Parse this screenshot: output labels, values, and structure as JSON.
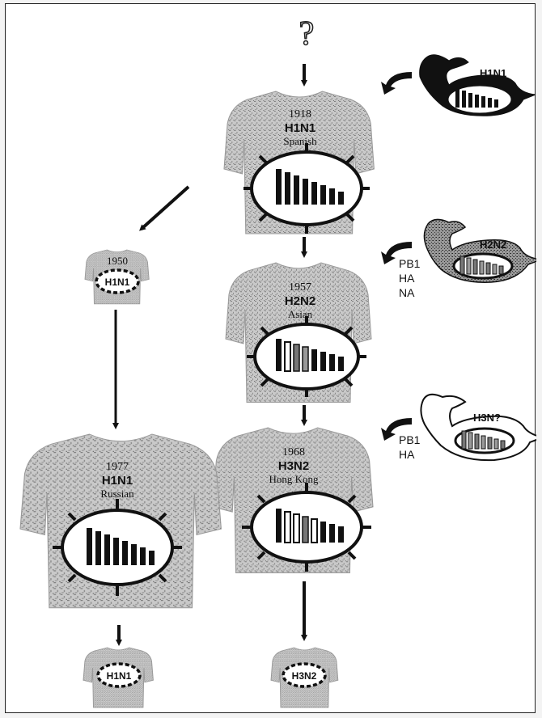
{
  "origin_mark": "?",
  "pandemics": {
    "p1918": {
      "year": "1918",
      "subtype": "H1N1",
      "name": "Spanish"
    },
    "p1957": {
      "year": "1957",
      "subtype": "H2N2",
      "name": "Asian"
    },
    "p1968": {
      "year": "1968",
      "subtype": "H3N2",
      "name": "Hong Kong"
    },
    "p1977": {
      "year": "1977",
      "subtype": "H1N1",
      "name": "Russian"
    }
  },
  "small_strains": {
    "s1950": {
      "year": "1950",
      "subtype": "H1N1"
    },
    "h1n1_current": {
      "subtype": "H1N1"
    },
    "h3n2_current": {
      "subtype": "H3N2"
    }
  },
  "avian_sources": {
    "duck1": {
      "subtype": "H1N1",
      "genes": []
    },
    "duck2": {
      "subtype": "H2N2",
      "genes": [
        "PB1",
        "HA",
        "NA"
      ]
    },
    "duck3": {
      "subtype": "H3N?",
      "genes": [
        "PB1",
        "HA"
      ]
    }
  },
  "colors": {
    "ink": "#111111",
    "shirt": "#c9c9c9",
    "shirt_dot": "#8a8a8a",
    "paper": "#ffffff"
  },
  "icons": [
    "question-icon",
    "human-torso-icon",
    "virus-particle-icon",
    "duck-icon",
    "curved-arrow-icon"
  ]
}
